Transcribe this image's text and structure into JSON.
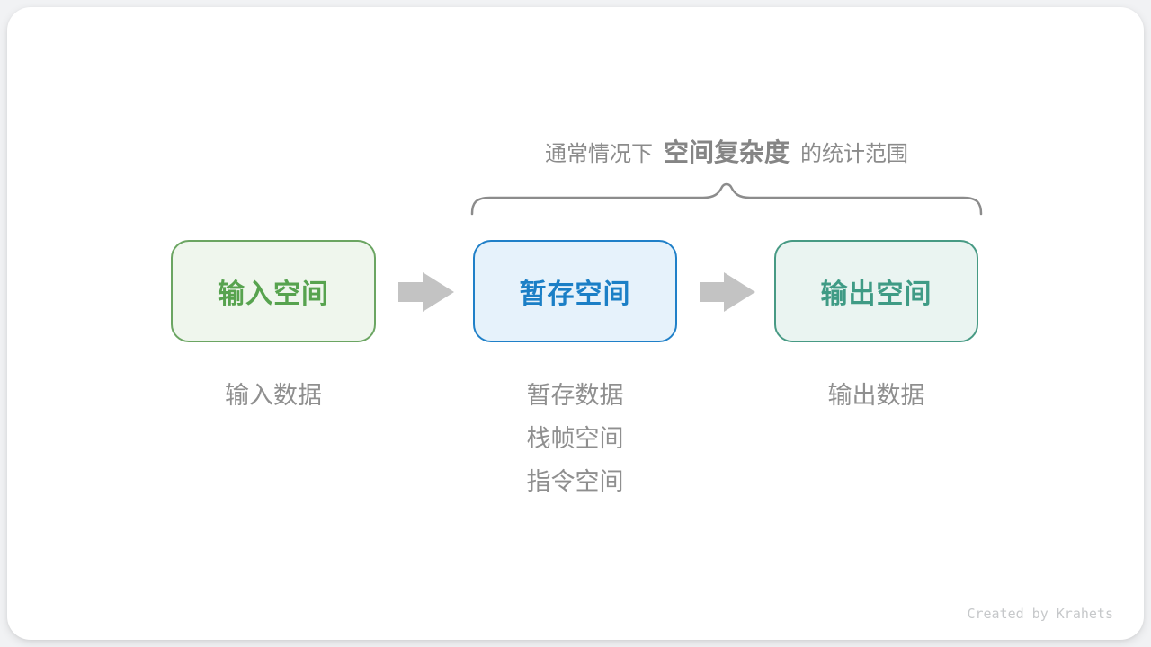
{
  "page": {
    "background_color": "#f1f2f4",
    "card_background_color": "#ffffff"
  },
  "title": {
    "prefix": "通常情况下",
    "highlight": "空间复杂度",
    "suffix": "的统计范围",
    "color": "#8b8b8b"
  },
  "brace": {
    "color": "#8c8c8c",
    "spans_boxes": [
      "暂存空间",
      "输出空间"
    ]
  },
  "arrows": {
    "color": "#c3c3c3",
    "direction": "right",
    "count": 2
  },
  "boxes": [
    {
      "label": "输入空间",
      "text_color": "#57a34f",
      "border_color": "#6ba562",
      "background": "#eff6ed"
    },
    {
      "label": "暂存空间",
      "text_color": "#1b7fc6",
      "border_color": "#2080c8",
      "background": "#e6f2fb"
    },
    {
      "label": "输出空间",
      "text_color": "#3f9b85",
      "border_color": "#479a84",
      "background": "#eaf4f1"
    }
  ],
  "sublabels": {
    "color": "#8f8f8f",
    "input": [
      "输入数据"
    ],
    "temp": [
      "暂存数据",
      "栈帧空间",
      "指令空间"
    ],
    "output": [
      "输出数据"
    ]
  },
  "credit": "Created by Krahets"
}
